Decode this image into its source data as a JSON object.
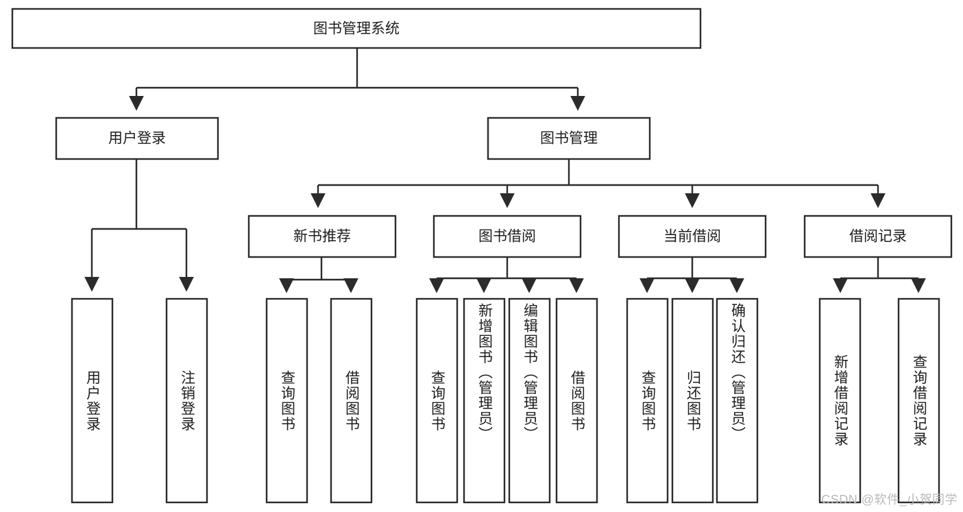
{
  "diagram": {
    "type": "tree-hierarchy-chart",
    "title": "图书管理系统",
    "orientation": "top-down",
    "colors": {
      "box_fill": "#ffffff",
      "box_stroke": "#2b2b2b",
      "text": "#1d1d1d",
      "background": "#ffffff",
      "watermark": "#b9b9b9"
    },
    "root": {
      "label": "图书管理系统",
      "level": 0
    },
    "level1": [
      {
        "label": "用户登录"
      },
      {
        "label": "图书管理"
      }
    ],
    "level2": [
      {
        "label": "新书推荐",
        "parent": "图书管理"
      },
      {
        "label": "图书借阅",
        "parent": "图书管理"
      },
      {
        "label": "当前借阅",
        "parent": "图书管理"
      },
      {
        "label": "借阅记录",
        "parent": "图书管理"
      }
    ],
    "leaves": {
      "user_login": [
        {
          "label": "用户登录"
        },
        {
          "label": "注销登录"
        }
      ],
      "new_book_recommend": [
        {
          "label": "查询图书"
        },
        {
          "label": "借阅图书"
        }
      ],
      "book_borrow": [
        {
          "label": "查询图书"
        },
        {
          "label": "新增图书（管理员）"
        },
        {
          "label": "编辑图书（管理员）"
        },
        {
          "label": "借阅图书"
        }
      ],
      "current_borrow": [
        {
          "label": "查询图书"
        },
        {
          "label": "归还图书"
        },
        {
          "label": "确认归还（管理员）"
        }
      ],
      "borrow_record": [
        {
          "label": "新增借阅记录"
        },
        {
          "label": "查询借阅记录"
        }
      ]
    },
    "watermark": "CSDN @软件_小贺同学"
  }
}
